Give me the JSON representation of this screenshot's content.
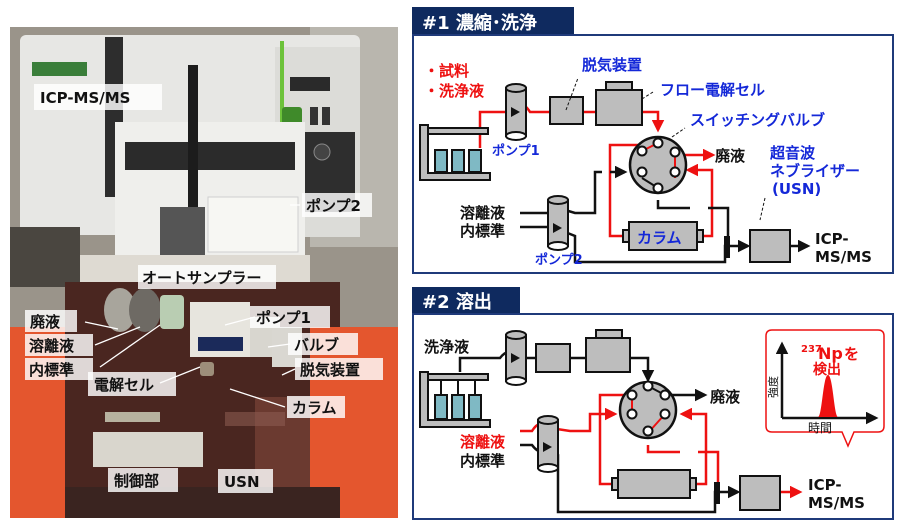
{
  "colors": {
    "header_bg": "#0f2a5f",
    "border": "#1f3a7a",
    "flow_active": "#ee1111",
    "label_blue": "#1428d8",
    "label_red": "#ee1111",
    "component_fill": "#bdbdbd",
    "vial_liquid": "#7fb9c4",
    "photo_floor": "#e4562e"
  },
  "photo": {
    "labels": {
      "icp": "ICP-MS/MS",
      "pump2": "ポンプ2",
      "autosampler": "オートサンプラー",
      "waste": "廃液",
      "eluent": "溶離液",
      "internal_std": "内標準",
      "pump1": "ポンプ1",
      "valve": "バルブ",
      "degasser": "脱気装置",
      "electrolytic_cell": "電解セル",
      "column": "カラム",
      "controller": "制御部",
      "usn": "USN"
    }
  },
  "panel1": {
    "title": "#1 濃縮･洗浄",
    "sample_line1": "・試料",
    "sample_line2": "・洗浄液",
    "degasser": "脱気装置",
    "flow_cell": "フロー電解セル",
    "switching_valve": "スイッチングバルブ",
    "pump1": "ポンプ1",
    "waste": "廃液",
    "usn_line1": "超音波",
    "usn_line2": "ネブライザー",
    "usn_line3": "(USN)",
    "eluent": "溶離液",
    "internal_std": "内標準",
    "column": "カラム",
    "pump2": "ポンプ2",
    "icp_line1": "ICP-",
    "icp_line2": "MS/MS"
  },
  "panel2": {
    "title": "#2 溶出",
    "wash": "洗浄液",
    "waste": "廃液",
    "eluent": "溶離液",
    "internal_std": "内標準",
    "icp_line1": "ICP-",
    "icp_line2": "MS/MS",
    "callout": {
      "isotope_mass": "237",
      "isotope_symbol": "Np",
      "suffix": "を",
      "line2": "検出",
      "y_axis": "強度",
      "x_axis": "時間"
    }
  }
}
